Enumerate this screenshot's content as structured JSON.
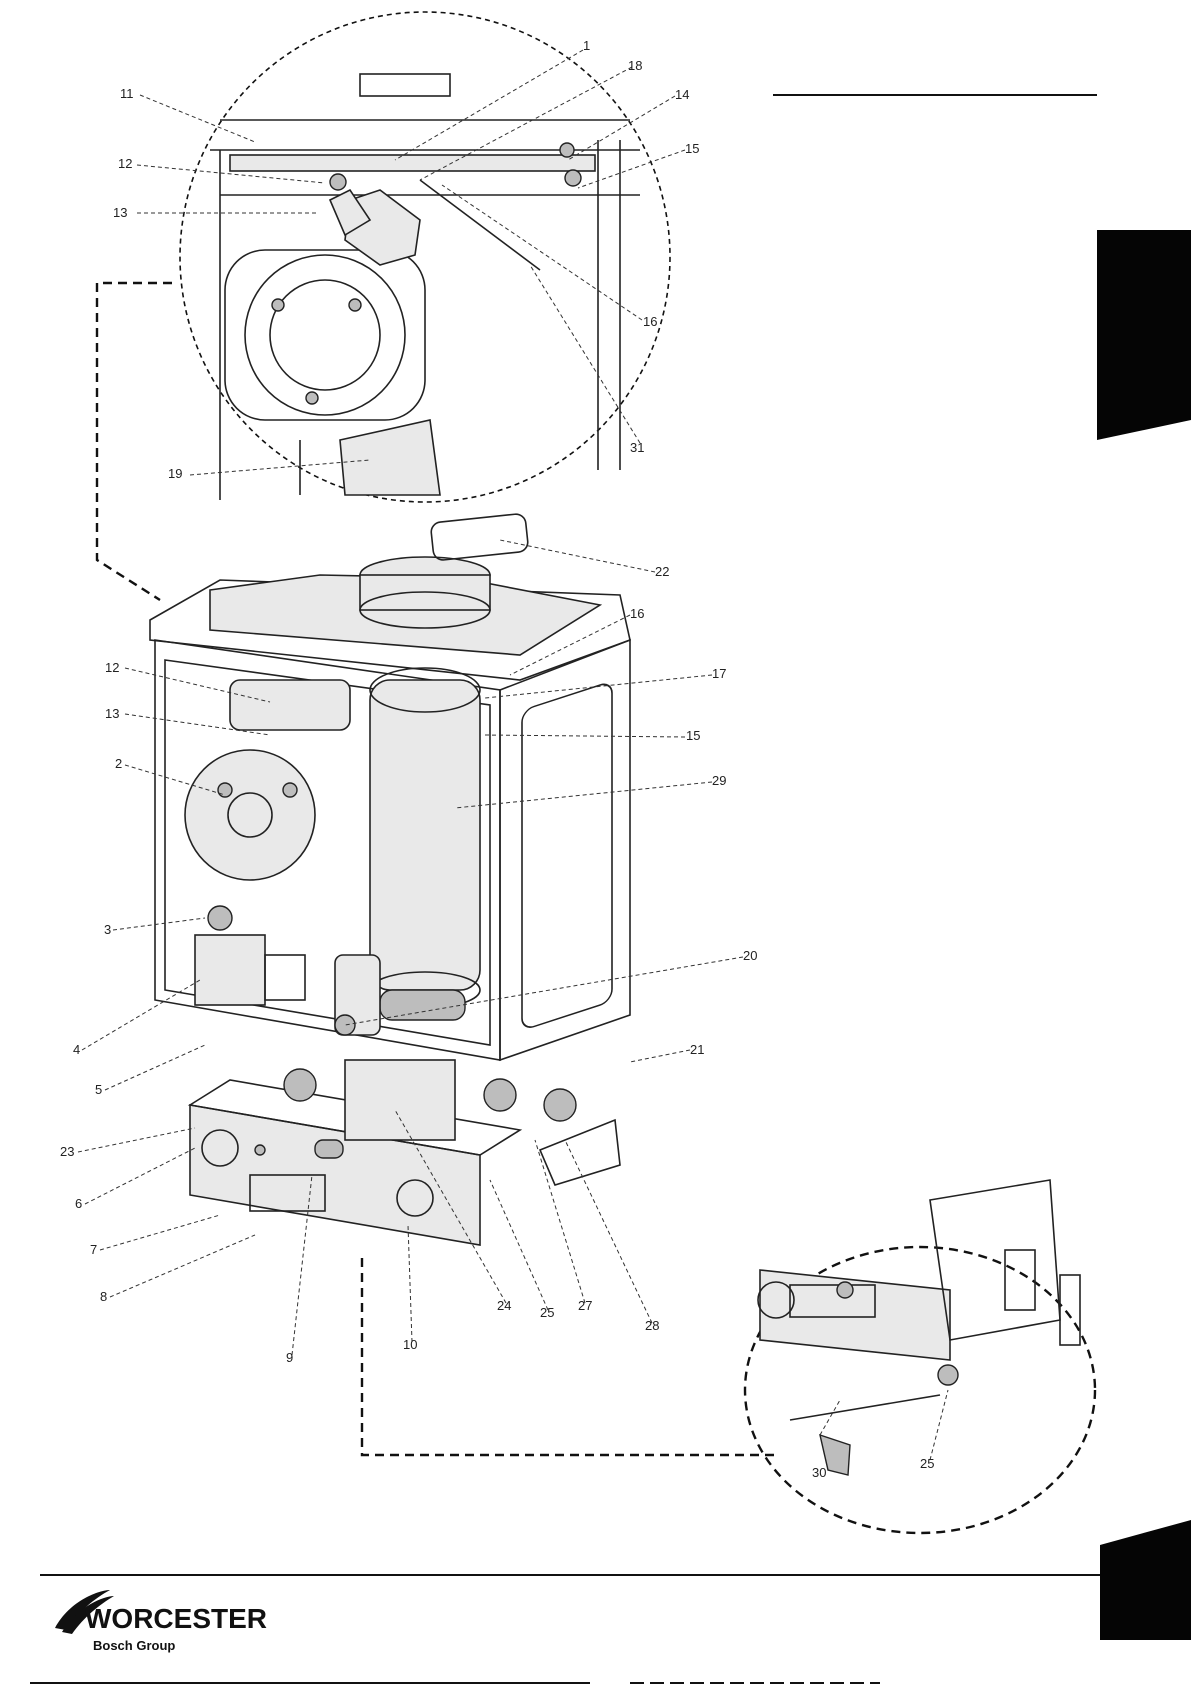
{
  "brand": {
    "name": "WORCESTER",
    "group": "Bosch Group"
  },
  "colors": {
    "ink": "#111111",
    "tab": "#050505"
  },
  "labels": {
    "c1": "1",
    "c2": "2",
    "c3": "3",
    "c4": "4",
    "c5": "5",
    "c6": "6",
    "c7": "7",
    "c8": "8",
    "c9": "9",
    "c10": "10",
    "c11": "11",
    "c12a": "12",
    "c12b": "12",
    "c13a": "13",
    "c13b": "13",
    "c14": "14",
    "c15a": "15",
    "c15b": "15",
    "c16a": "16",
    "c16b": "16",
    "c17": "17",
    "c18": "18",
    "c19": "19",
    "c20": "20",
    "c21": "21",
    "c22": "22",
    "c23": "23",
    "c24": "24",
    "c25a": "25",
    "c25b": "25",
    "c27": "27",
    "c28": "28",
    "c29": "29",
    "c30": "30",
    "c31": "31"
  }
}
